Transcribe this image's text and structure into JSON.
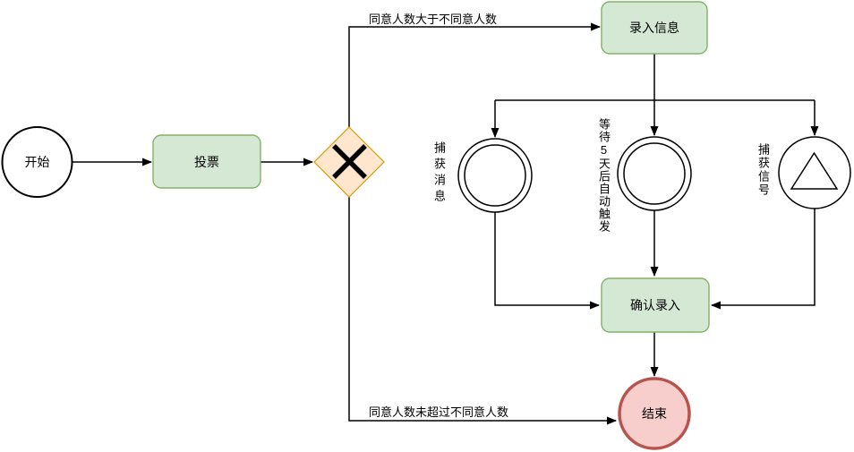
{
  "diagram": {
    "kind": "bpmn-approval-flowchart",
    "background": "#ffffff",
    "nodes": {
      "start": {
        "label": "开始",
        "shape": "start-event-circle"
      },
      "vote": {
        "label": "投票",
        "shape": "task-rounded-rect"
      },
      "gateway": {
        "shape": "exclusive-gateway-x-diamond"
      },
      "enter_info": {
        "label": "录入信息",
        "shape": "task-rounded-rect"
      },
      "catch_message": {
        "label": "捕获消息",
        "shape": "intermediate-event-double-circle"
      },
      "wait_timer": {
        "label": "等待5天后自动触发",
        "shape": "intermediate-event-double-circle"
      },
      "catch_signal": {
        "label": "捕获信号",
        "shape": "signal-event-circle-triangle"
      },
      "confirm_entry": {
        "label": "确认录入",
        "shape": "task-rounded-rect"
      },
      "end": {
        "label": "结束",
        "shape": "end-event-circle"
      }
    },
    "edge_labels": {
      "approve": "同意人数大于不同意人数",
      "reject": "同意人数未超过不同意人数"
    },
    "colors": {
      "task_fill": "#d5e8d4",
      "task_stroke": "#82b366",
      "gateway_fill": "#ffe6cc",
      "gateway_stroke": "#d79b00",
      "end_fill": "#f8cecc",
      "end_stroke": "#b85450",
      "event_fill": "#ffffff",
      "event_stroke": "#000000",
      "line": "#000000",
      "label_text": "#000000"
    }
  }
}
